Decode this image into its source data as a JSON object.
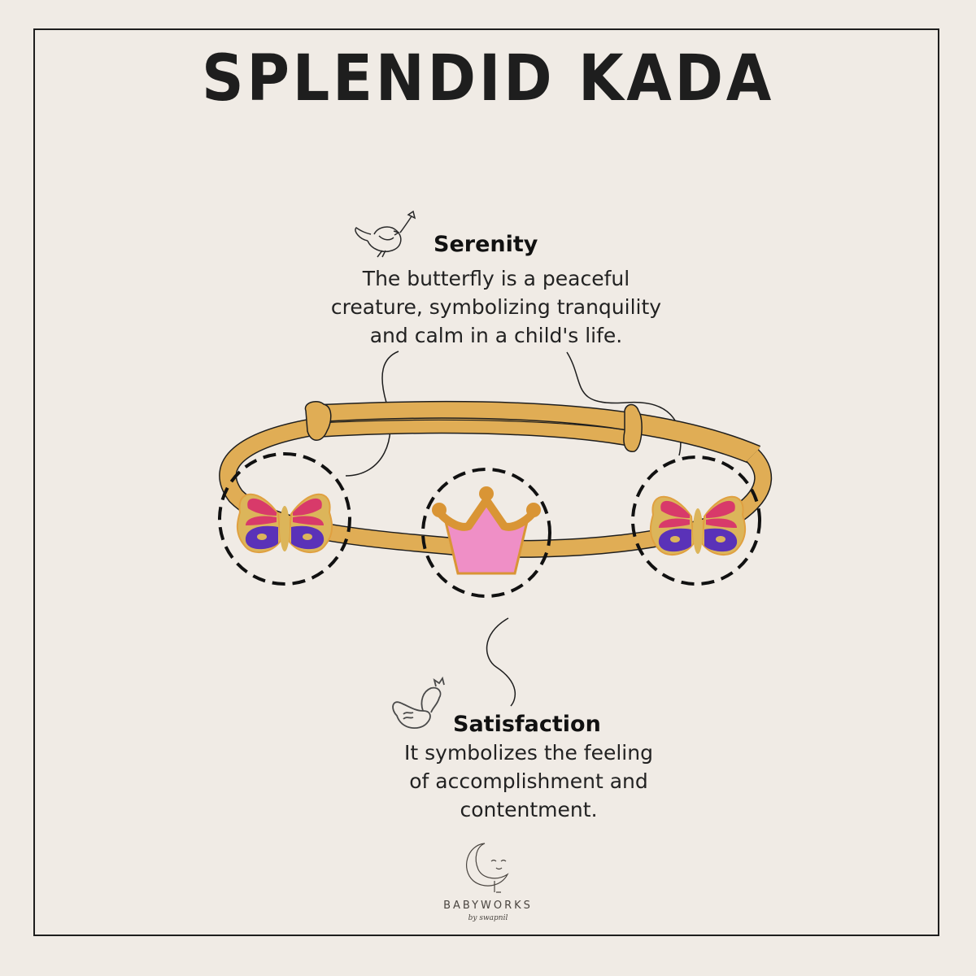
{
  "title": "SPLENDID KADA",
  "callouts": [
    {
      "heading": "Serenity",
      "icon": "bird-icon",
      "lines": [
        "The butterfly is a peaceful",
        "creature, symbolizing tranquility",
        "and calm in a child's life."
      ]
    },
    {
      "heading": "Satisfaction",
      "icon": "swan-icon",
      "lines": [
        "It symbolizes the feeling",
        "of accomplishment and",
        "contentment."
      ]
    }
  ],
  "charms": [
    "butterfly",
    "crown",
    "butterfly"
  ],
  "brand": {
    "name": "BABYWORKS",
    "tagline": "by swapnil",
    "icon": "moon-icon"
  },
  "colors": {
    "background": "#f0ebe5",
    "gold": "#e0ad55",
    "pink": "#ef8fc6",
    "magenta": "#d83a6a",
    "purple": "#5a32b8",
    "ink": "#1e1e1e"
  }
}
